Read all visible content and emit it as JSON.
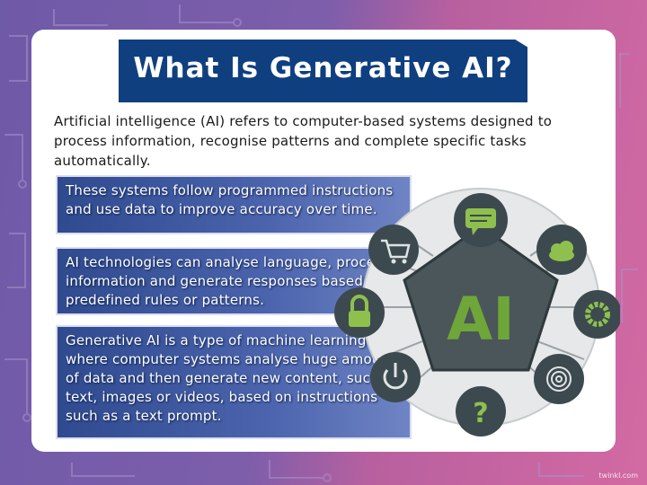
{
  "slide": {
    "title": "What Is Generative AI?",
    "intro": "Artificial intelligence (AI) refers to computer-based systems designed to process information, recognise patterns and complete specific tasks automatically.",
    "boxes": [
      {
        "text": "These systems follow programmed instructions and use data to improve accuracy over time."
      },
      {
        "text": "AI technologies can analyse language, process information and generate responses based on predefined rules or patterns."
      },
      {
        "text": "Generative AI is a type of machine learning where computer systems analyse huge amounts of data and then generate new content, such as text, images or videos, based on instructions such as a text prompt."
      }
    ],
    "graphic": {
      "center_label": "AI",
      "question_mark": "?",
      "icons": [
        "chat-bubble-icon",
        "cloud-icon",
        "gear-icon",
        "fingerprint-icon",
        "question-icon",
        "power-icon",
        "padlock-icon",
        "shopping-cart-icon"
      ]
    },
    "watermark": "twinkl.com"
  },
  "colors": {
    "title_bg": "#0f3f7f",
    "box_bg": "#3d57a0",
    "ai_green": "#6fa63a",
    "icon_circle": "#3c4a4f",
    "pentagon": "#4a5659"
  }
}
